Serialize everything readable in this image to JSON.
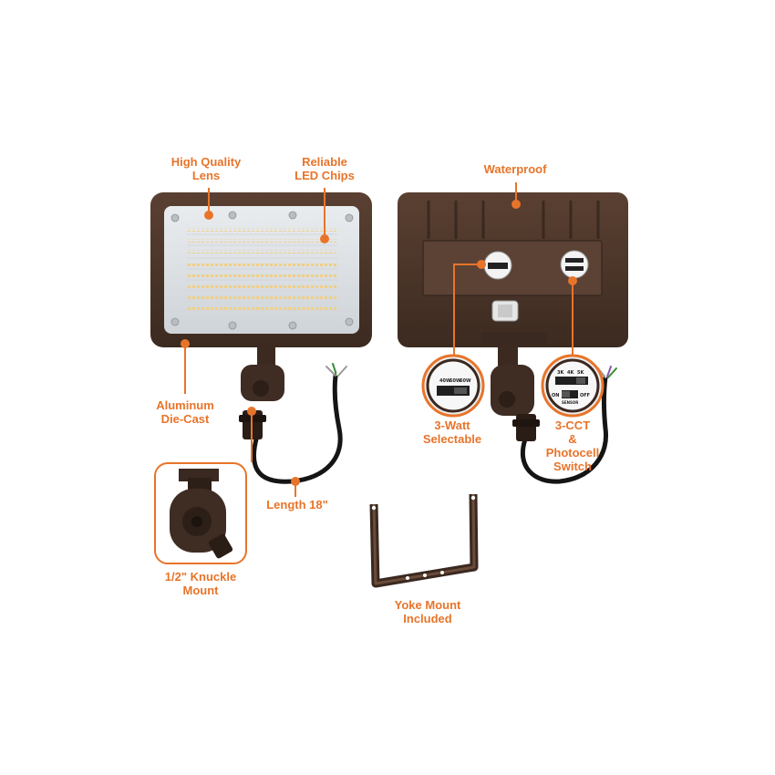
{
  "labels": {
    "lens": [
      "High Quality",
      "Lens"
    ],
    "chips": [
      "Reliable",
      "LED Chips"
    ],
    "waterproof": "Waterproof",
    "housing": [
      "Aluminum",
      "Die-Cast"
    ],
    "cable": "Length 18\"",
    "knuckle": [
      "1/2\" Knuckle",
      "Mount"
    ],
    "wattage": [
      "3-Watt",
      "Selectable"
    ],
    "cct": [
      "3-CCT",
      "&",
      "Photocell",
      "Switch"
    ],
    "yoke": [
      "Yoke Mount",
      "Included"
    ]
  },
  "switch_wattage": {
    "options": [
      "40W",
      "50W",
      "60W"
    ]
  },
  "switch_cct": {
    "options": [
      "3K",
      "4K",
      "5K"
    ],
    "on": "ON",
    "off": "OFF",
    "sensor": "SENSOR"
  },
  "colors": {
    "accent": "#e8742a",
    "housing": "#4a3327",
    "led_warm": "#f3dfa8",
    "background": "#ffffff"
  },
  "icons": [
    "front-fixture",
    "back-fixture",
    "knuckle-detail",
    "yoke-bracket",
    "wattage-switch",
    "cct-switch"
  ]
}
